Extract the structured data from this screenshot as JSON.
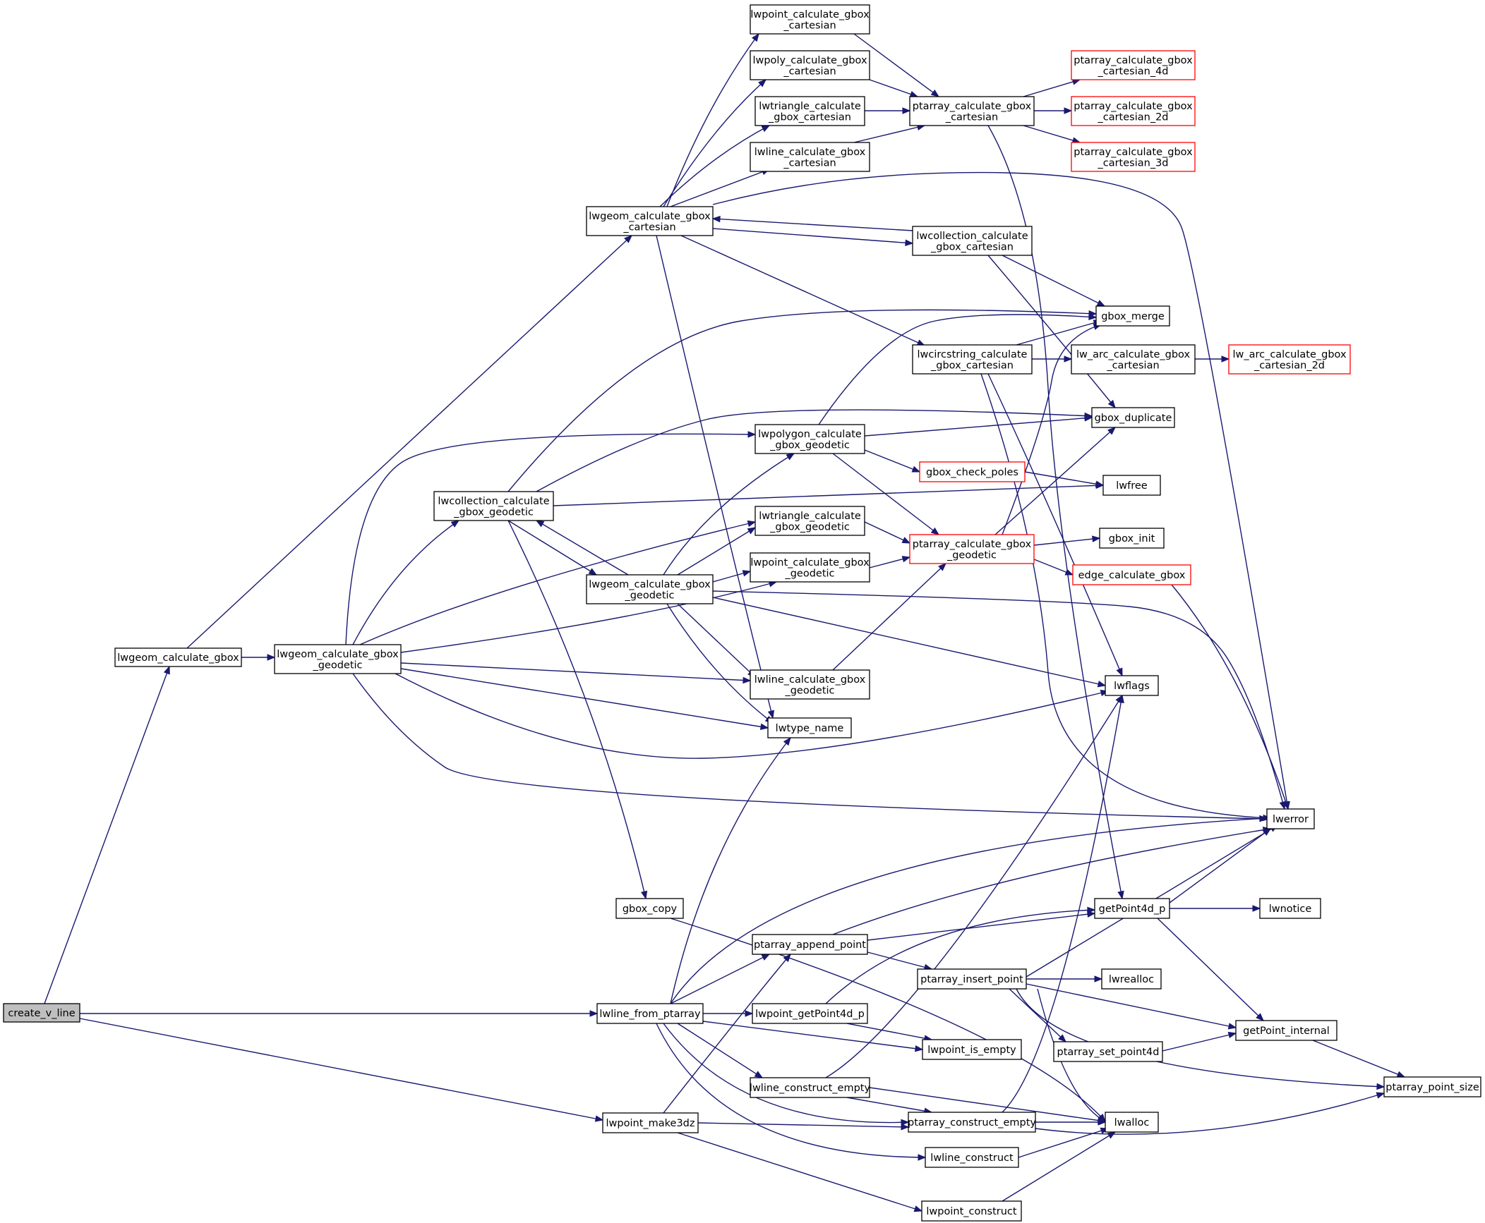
{
  "graph": {
    "title": "create_v_line call graph",
    "colors": {
      "edge": "#191970",
      "node_border": "#000000",
      "truncated_border": "#ff0000",
      "current_fill": "#bfbfbf"
    },
    "nodes": [
      {
        "id": "create_v_line",
        "lines": [
          "create_v_line"
        ],
        "current": true
      },
      {
        "id": "lwgeom_calculate_gbox",
        "lines": [
          "lwgeom_calculate_gbox"
        ]
      },
      {
        "id": "lwgeom_calculate_gbox_geodetic",
        "lines": [
          "lwgeom_calculate_gbox",
          "_geodetic"
        ]
      },
      {
        "id": "lwgeom_calculate_gbox_cartesian",
        "lines": [
          "lwgeom_calculate_gbox",
          "_cartesian"
        ]
      },
      {
        "id": "lwpoint_calculate_gbox_cartesian",
        "lines": [
          "lwpoint_calculate_gbox",
          "_cartesian"
        ]
      },
      {
        "id": "lwpoly_calculate_gbox_cartesian",
        "lines": [
          "lwpoly_calculate_gbox",
          "_cartesian"
        ]
      },
      {
        "id": "lwtriangle_calculate_gbox_cartesian",
        "lines": [
          "lwtriangle_calculate",
          "_gbox_cartesian"
        ]
      },
      {
        "id": "lwline_calculate_gbox_cartesian",
        "lines": [
          "lwline_calculate_gbox",
          "_cartesian"
        ]
      },
      {
        "id": "ptarray_calculate_gbox_cartesian",
        "lines": [
          "ptarray_calculate_gbox",
          "_cartesian"
        ]
      },
      {
        "id": "ptarray_calculate_gbox_cartesian_4d",
        "lines": [
          "ptarray_calculate_gbox",
          "_cartesian_4d"
        ],
        "truncated": true
      },
      {
        "id": "ptarray_calculate_gbox_cartesian_2d",
        "lines": [
          "ptarray_calculate_gbox",
          "_cartesian_2d"
        ],
        "truncated": true
      },
      {
        "id": "ptarray_calculate_gbox_cartesian_3d",
        "lines": [
          "ptarray_calculate_gbox",
          "_cartesian_3d"
        ],
        "truncated": true
      },
      {
        "id": "lwcollection_calculate_gbox_cartesian",
        "lines": [
          "lwcollection_calculate",
          "_gbox_cartesian"
        ]
      },
      {
        "id": "gbox_merge",
        "lines": [
          "gbox_merge"
        ]
      },
      {
        "id": "lwcircstring_calculate_gbox_cartesian",
        "lines": [
          "lwcircstring_calculate",
          "_gbox_cartesian"
        ]
      },
      {
        "id": "lw_arc_calculate_gbox_cartesian",
        "lines": [
          "lw_arc_calculate_gbox",
          "_cartesian"
        ]
      },
      {
        "id": "lw_arc_calculate_gbox_cartesian_2d",
        "lines": [
          "lw_arc_calculate_gbox",
          "_cartesian_2d"
        ],
        "truncated": true
      },
      {
        "id": "gbox_duplicate",
        "lines": [
          "gbox_duplicate"
        ]
      },
      {
        "id": "lwpolygon_calculate_gbox_geodetic",
        "lines": [
          "lwpolygon_calculate",
          "_gbox_geodetic"
        ]
      },
      {
        "id": "gbox_check_poles",
        "lines": [
          "gbox_check_poles"
        ],
        "truncated": true
      },
      {
        "id": "lwfree",
        "lines": [
          "lwfree"
        ]
      },
      {
        "id": "lwcollection_calculate_gbox_geodetic",
        "lines": [
          "lwcollection_calculate",
          "_gbox_geodetic"
        ]
      },
      {
        "id": "lwtriangle_calculate_gbox_geodetic",
        "lines": [
          "lwtriangle_calculate",
          "_gbox_geodetic"
        ]
      },
      {
        "id": "ptarray_calculate_gbox_geodetic",
        "lines": [
          "ptarray_calculate_gbox",
          "_geodetic"
        ],
        "truncated": true
      },
      {
        "id": "gbox_init",
        "lines": [
          "gbox_init"
        ]
      },
      {
        "id": "lwpoint_calculate_gbox_geodetic",
        "lines": [
          "lwpoint_calculate_gbox",
          "_geodetic"
        ]
      },
      {
        "id": "lwgeom_calculate_gbox_geodetic2",
        "lines": [
          "lwgeom_calculate_gbox",
          "_geodetic"
        ]
      },
      {
        "id": "edge_calculate_gbox",
        "lines": [
          "edge_calculate_gbox"
        ],
        "truncated": true
      },
      {
        "id": "lwline_calculate_gbox_geodetic",
        "lines": [
          "lwline_calculate_gbox",
          "_geodetic"
        ]
      },
      {
        "id": "lwflags",
        "lines": [
          "lwflags"
        ]
      },
      {
        "id": "lwtype_name",
        "lines": [
          "lwtype_name"
        ]
      },
      {
        "id": "lwerror",
        "lines": [
          "lwerror"
        ]
      },
      {
        "id": "gbox_copy",
        "lines": [
          "gbox_copy"
        ]
      },
      {
        "id": "getPoint4d_p",
        "lines": [
          "getPoint4d_p"
        ]
      },
      {
        "id": "lwnotice",
        "lines": [
          "lwnotice"
        ]
      },
      {
        "id": "ptarray_append_point",
        "lines": [
          "ptarray_append_point"
        ]
      },
      {
        "id": "ptarray_insert_point",
        "lines": [
          "ptarray_insert_point"
        ]
      },
      {
        "id": "lwrealloc",
        "lines": [
          "lwrealloc"
        ]
      },
      {
        "id": "lwline_from_ptarray",
        "lines": [
          "lwline_from_ptarray"
        ]
      },
      {
        "id": "lwpoint_getPoint4d_p",
        "lines": [
          "lwpoint_getPoint4d_p"
        ]
      },
      {
        "id": "getPoint_internal",
        "lines": [
          "getPoint_internal"
        ]
      },
      {
        "id": "lwpoint_is_empty",
        "lines": [
          "lwpoint_is_empty"
        ]
      },
      {
        "id": "ptarray_set_point4d",
        "lines": [
          "ptarray_set_point4d"
        ]
      },
      {
        "id": "lwline_construct_empty",
        "lines": [
          "lwline_construct_empty"
        ]
      },
      {
        "id": "ptarray_point_size",
        "lines": [
          "ptarray_point_size"
        ]
      },
      {
        "id": "lwpoint_make3dz",
        "lines": [
          "lwpoint_make3dz"
        ]
      },
      {
        "id": "ptarray_construct_empty",
        "lines": [
          "ptarray_construct_empty"
        ]
      },
      {
        "id": "lwalloc",
        "lines": [
          "lwalloc"
        ]
      },
      {
        "id": "lwline_construct",
        "lines": [
          "lwline_construct"
        ]
      },
      {
        "id": "lwpoint_construct",
        "lines": [
          "lwpoint_construct"
        ]
      }
    ]
  }
}
